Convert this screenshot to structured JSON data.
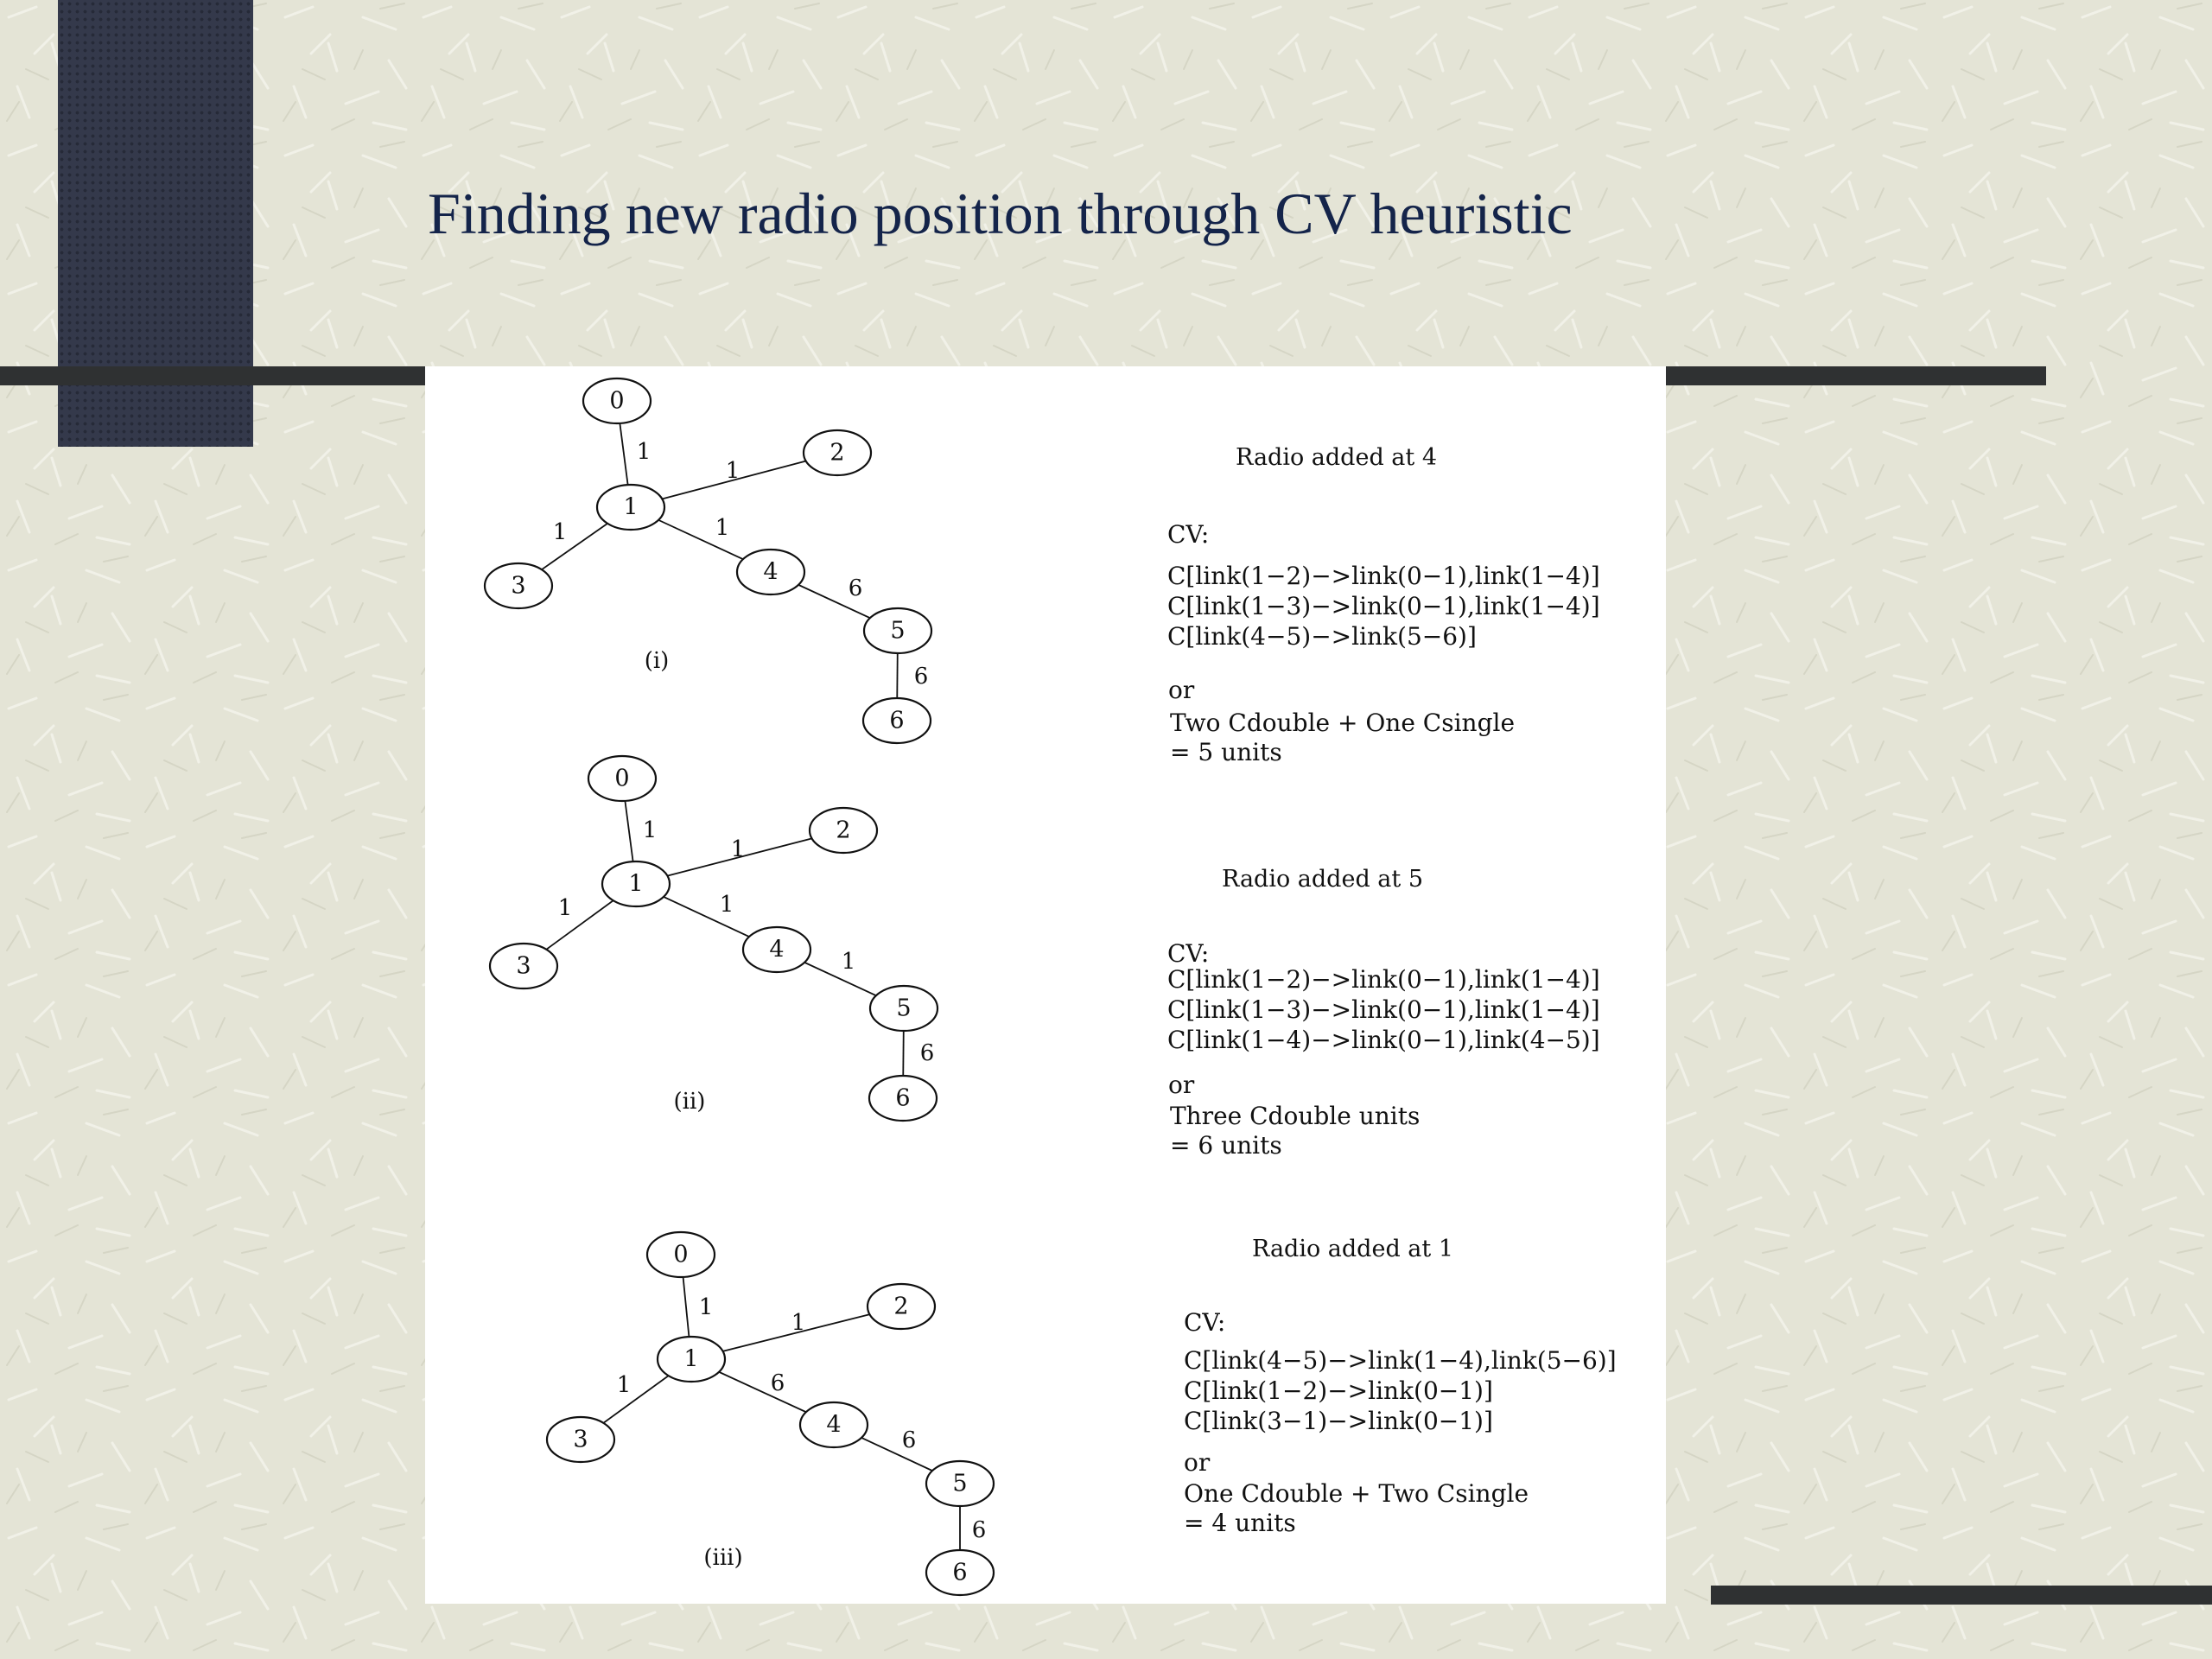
{
  "slide": {
    "title": "Finding new radio position through CV heuristic"
  },
  "diagrams": [
    {
      "caption": "(i)",
      "nodes": [
        "0",
        "1",
        "2",
        "3",
        "4",
        "5",
        "6"
      ],
      "edges": [
        {
          "id": "0-1",
          "label": "1"
        },
        {
          "id": "1-2",
          "label": "1"
        },
        {
          "id": "1-3",
          "label": "1"
        },
        {
          "id": "1-4",
          "label": "1"
        },
        {
          "id": "4-5",
          "label": "6"
        },
        {
          "id": "5-6",
          "label": "6"
        }
      ],
      "heading": "Radio added at 4",
      "cv_label": "CV:",
      "lines": [
        "C[link(1−2)−>link(0−1),link(1−4)]",
        "C[link(1−3)−>link(0−1),link(1−4)]",
        "C[link(4−5)−>link(5−6)]"
      ],
      "or_label": "or",
      "summary": "Two Cdouble + One Csingle",
      "result": "= 5 units"
    },
    {
      "caption": "(ii)",
      "nodes": [
        "0",
        "1",
        "2",
        "3",
        "4",
        "5",
        "6"
      ],
      "edges": [
        {
          "id": "0-1",
          "label": "1"
        },
        {
          "id": "1-2",
          "label": "1"
        },
        {
          "id": "1-3",
          "label": "1"
        },
        {
          "id": "1-4",
          "label": "1"
        },
        {
          "id": "4-5",
          "label": "1"
        },
        {
          "id": "5-6",
          "label": "6"
        }
      ],
      "heading": "Radio added at 5",
      "cv_label": "CV:",
      "lines": [
        "C[link(1−2)−>link(0−1),link(1−4)]",
        "C[link(1−3)−>link(0−1),link(1−4)]",
        "C[link(1−4)−>link(0−1),link(4−5)]"
      ],
      "or_label": "or",
      "summary": "Three Cdouble units",
      "result": "= 6 units"
    },
    {
      "caption": "(iii)",
      "nodes": [
        "0",
        "1",
        "2",
        "3",
        "4",
        "5",
        "6"
      ],
      "edges": [
        {
          "id": "0-1",
          "label": "1"
        },
        {
          "id": "1-2",
          "label": "1"
        },
        {
          "id": "1-3",
          "label": "1"
        },
        {
          "id": "1-4",
          "label": "6"
        },
        {
          "id": "4-5",
          "label": "6"
        },
        {
          "id": "5-6",
          "label": "6"
        }
      ],
      "heading": "Radio added at 1",
      "cv_label": "CV:",
      "lines": [
        "C[link(4−5)−>link(1−4),link(5−6)]",
        "C[link(1−2)−>link(0−1)]",
        "C[link(3−1)−>link(0−1)]"
      ],
      "or_label": "or",
      "summary": "One Cdouble + Two Csingle",
      "result": "= 4 units"
    }
  ]
}
